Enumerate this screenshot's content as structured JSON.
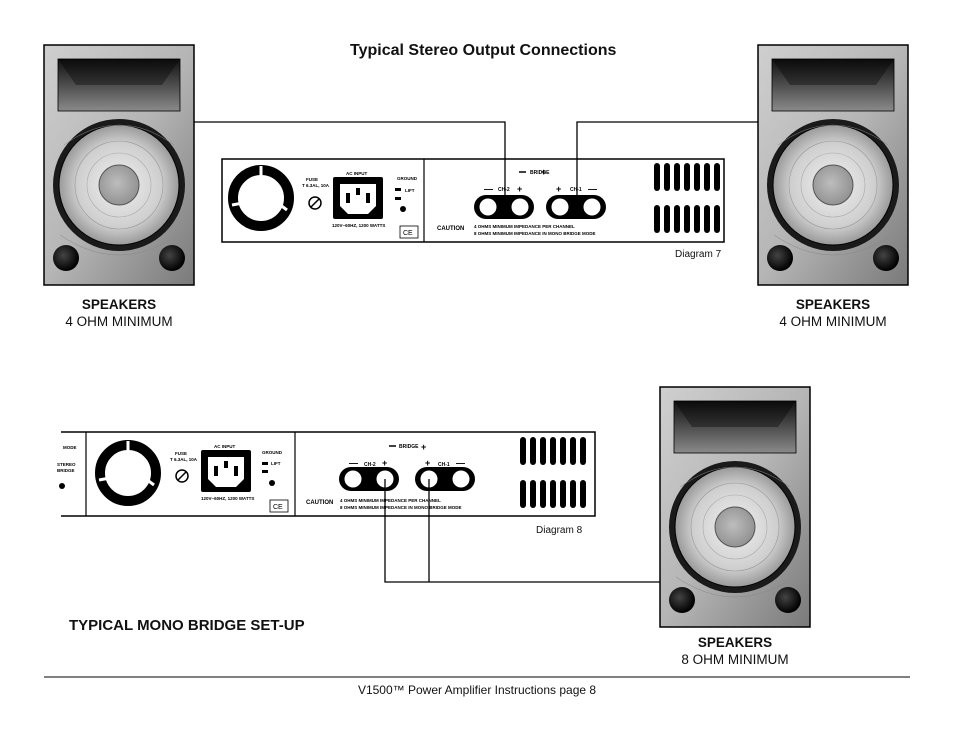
{
  "diagram7": {
    "title": "Typical Stereo Output Connections",
    "label": "Diagram 7",
    "speaker_left": {
      "heading": "SPEAKERS",
      "spec": "4 OHM MINIMUM"
    },
    "speaker_right": {
      "heading": "SPEAKERS",
      "spec": "4 OHM MINIMUM"
    }
  },
  "diagram8": {
    "title": "TYPICAL MONO BRIDGE SET-UP",
    "label": "Diagram 8",
    "speaker": {
      "heading": "SPEAKERS",
      "spec": "8 OHM MINIMUM"
    }
  },
  "amp_panel": {
    "fuse": "FUSE",
    "fuse_rating": "T 6.3AL, 10A",
    "ac_input": "AC INPUT",
    "ac_rating": "120V~60HZ, 1200 WATTS",
    "ground": "GROUND",
    "lift": "LIFT",
    "bridge": "BRIDGE",
    "ch2": "CH-2",
    "ch1": "CH-1",
    "caution": "CAUTION",
    "caution_line1": "4 OHMS MINIMUM IMPEDANCE PER CHANNEL",
    "caution_line2": "8 OHMS MINIMUM IMPEDANCE IN MONO BRIDGE MODE",
    "ce_mark": "CE",
    "mode": "MODE",
    "stereo": "STEREO",
    "bridge_mode": "BRIDGE"
  },
  "footer": {
    "text": "V1500™ Power Amplifier Instructions page 8"
  }
}
